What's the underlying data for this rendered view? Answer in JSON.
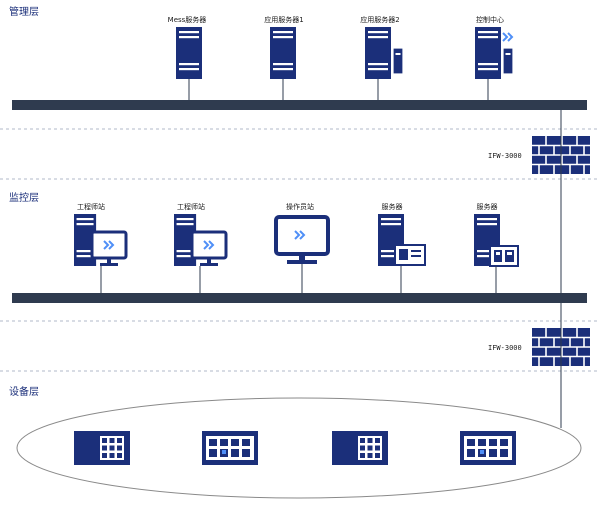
{
  "colors": {
    "primary": "#1b2f7a",
    "accent": "#4f8ff7",
    "bus": "#2f3b4f",
    "divider": "#b0b8c8",
    "ellipse_stroke": "#8a8a8a"
  },
  "layers": {
    "management": {
      "title": "管理层",
      "nodes": [
        {
          "label": "Mess服务器",
          "icon": "server-tower-icon"
        },
        {
          "label": "应用服务器1",
          "icon": "server-tower-icon"
        },
        {
          "label": "应用服务器2",
          "icon": "server-tower-card-icon"
        },
        {
          "label": "控制中心",
          "icon": "server-tower-arrows-icon"
        }
      ]
    },
    "monitoring": {
      "title": "监控层",
      "nodes": [
        {
          "label": "工程师站",
          "icon": "engineer-workstation-icon"
        },
        {
          "label": "工程师站",
          "icon": "engineer-workstation-icon"
        },
        {
          "label": "操作员站",
          "icon": "operator-monitor-icon"
        },
        {
          "label": "服务器",
          "icon": "server-display-icon"
        },
        {
          "label": "服务器",
          "icon": "server-panel-icon"
        }
      ]
    },
    "device": {
      "title": "设备层",
      "devices": [
        {
          "icon": "grid-controller-icon"
        },
        {
          "icon": "module-rack-icon"
        },
        {
          "icon": "grid-controller-icon"
        },
        {
          "icon": "module-rack-icon"
        }
      ]
    }
  },
  "firewalls": [
    {
      "label": "IFW-3000",
      "icon": "firewall-icon"
    },
    {
      "label": "IFW-3000",
      "icon": "firewall-icon"
    }
  ]
}
